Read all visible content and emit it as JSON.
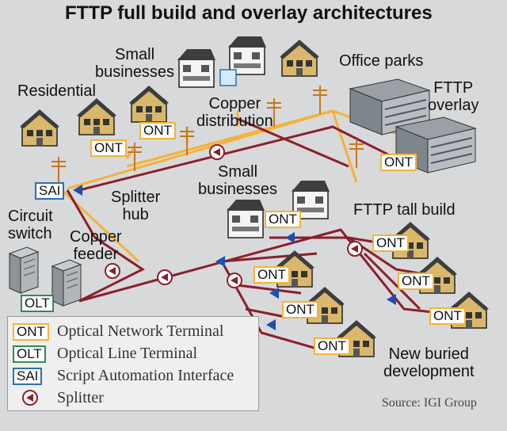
{
  "title": "FTTP full build and overlay architectures",
  "labels": {
    "small_businesses_top": "Small\nbusinesses",
    "office_parks": "Office parks",
    "residential": "Residential",
    "copper_distribution": "Copper\ndistribution",
    "fttp_overlay": "FTTP\noverlay",
    "small_businesses_mid": "Small\nbusinesses",
    "splitter_hub": "Splitter\nhub",
    "fttp_tall_build": "FTTP tall build",
    "circuit_switch": "Circuit\nswitch",
    "copper_feeder": "Copper\nfeeder",
    "new_buried_development": "New buried\ndevelopment"
  },
  "tags": {
    "ont": "ONT",
    "olt": "OLT",
    "sai": "SAI"
  },
  "legend": {
    "ont": {
      "key": "ONT",
      "text": "Optical Network Terminal"
    },
    "olt": {
      "key": "OLT",
      "text": "Optical Line Terminal"
    },
    "sai": {
      "key": "SAI",
      "text": "Script Automation Interface"
    },
    "splitter": {
      "text": "Splitter"
    }
  },
  "source": "Source: IGI Group",
  "colors": {
    "fiber": "#8b1f2b",
    "copper": "#f2b33a",
    "background": "#d8d9da",
    "house_wall": "#d9b86b",
    "roof": "#3d3d3d",
    "ont_border": "#f2b33a",
    "olt_border": "#2e8b57",
    "sai_border": "#2a6fb5"
  }
}
